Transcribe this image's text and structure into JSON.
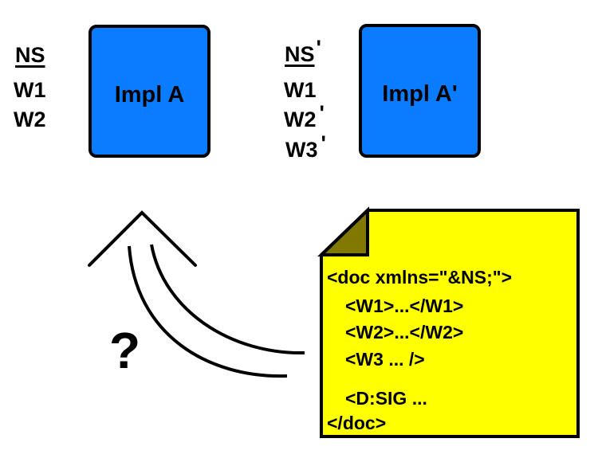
{
  "left_group": {
    "namespace_label": "NS",
    "items": [
      "W1",
      "W2"
    ],
    "impl_label": "Impl A"
  },
  "right_group": {
    "namespace_label": "NS",
    "namespace_prime": "'",
    "items": [
      {
        "label": "W1",
        "prime": ""
      },
      {
        "label": "W2",
        "prime": "'"
      },
      {
        "label": "W3",
        "prime": "'"
      }
    ],
    "impl_label": "Impl A'"
  },
  "question_mark": "?",
  "document": {
    "lines": [
      "<doc xmlns=\"&NS;\">",
      "<W1>...</W1>",
      "<W2>...</W2>",
      "<W3 ... />",
      "<D:SIG ...",
      "</doc>"
    ]
  },
  "colors": {
    "impl_box": "#0a7cff",
    "document_fill": "#ffff00",
    "document_fold": "#807800"
  }
}
